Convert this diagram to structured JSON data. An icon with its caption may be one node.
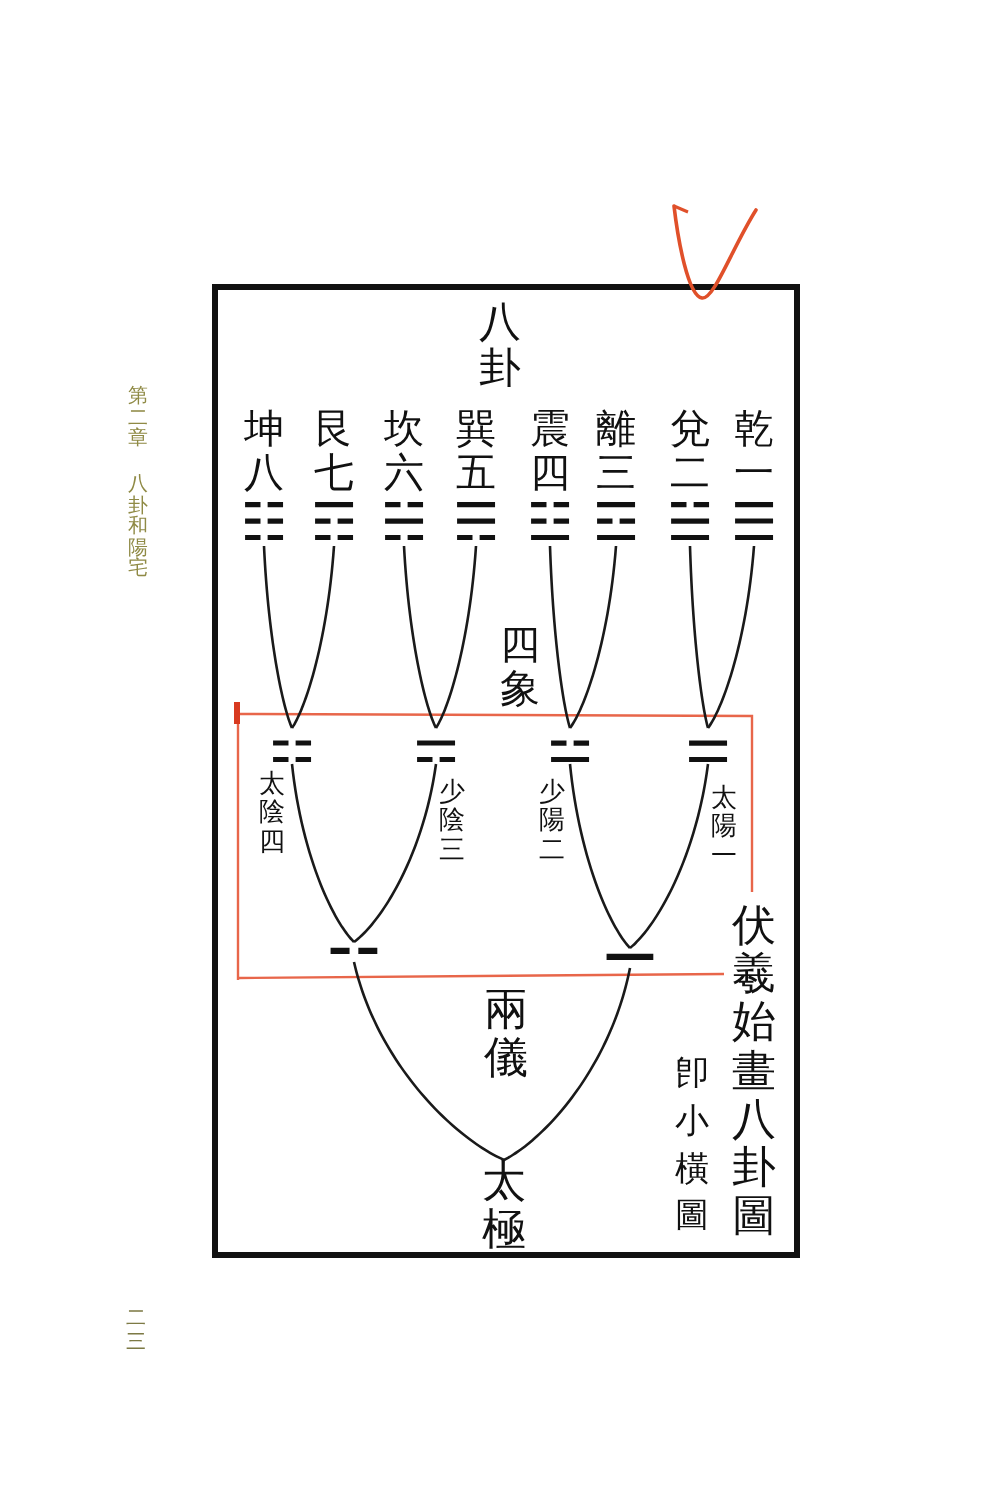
{
  "diagram": {
    "title": "伏羲始畫八卦圖",
    "nodes": [
      {
        "text": [
          "乾一",
          "☰"
        ]
      },
      {
        "text": [
          "兌二",
          "☱"
        ]
      },
      {
        "text": [
          "離三",
          "☲"
        ]
      },
      {
        "text": [
          "震四",
          "☳"
        ]
      },
      {
        "text": [
          "巽五",
          "☴"
        ]
      },
      {
        "text": [
          "坎六",
          "☵"
        ]
      },
      {
        "text": [
          "艮七",
          "☶"
        ]
      },
      {
        "text": [
          "坤八",
          "☷"
        ]
      },
      {
        "text": [
          "⚌"
        ],
        "beside": [
          "太陽一"
        ]
      },
      {
        "text": [
          "⚍"
        ],
        "beside": [
          "少陽二"
        ]
      },
      {
        "text": [
          "⚎"
        ],
        "beside": [
          "少陰三"
        ]
      },
      {
        "text": [
          "⚏"
        ],
        "beside": [
          "太陰四"
        ]
      },
      {
        "text": [
          "⚊"
        ]
      },
      {
        "text": [
          "⚋"
        ]
      },
      {
        "text": [
          "太極"
        ]
      }
    ],
    "edges": [
      {
        "from": 14,
        "to": 12,
        "arrow": "none"
      },
      {
        "from": 14,
        "to": 13,
        "arrow": "none"
      },
      {
        "from": 12,
        "to": 8,
        "arrow": "none"
      },
      {
        "from": 12,
        "to": 9,
        "arrow": "none"
      },
      {
        "from": 13,
        "to": 10,
        "arrow": "none"
      },
      {
        "from": 13,
        "to": 11,
        "arrow": "none"
      },
      {
        "from": 8,
        "to": 0,
        "arrow": "none"
      },
      {
        "from": 8,
        "to": 1,
        "arrow": "none"
      },
      {
        "from": 9,
        "to": 2,
        "arrow": "none"
      },
      {
        "from": 9,
        "to": 3,
        "arrow": "none"
      },
      {
        "from": 10,
        "to": 4,
        "arrow": "none"
      },
      {
        "from": 10,
        "to": 5,
        "arrow": "none"
      },
      {
        "from": 11,
        "to": 6,
        "arrow": "none"
      },
      {
        "from": 11,
        "to": 7,
        "arrow": "none"
      }
    ],
    "labels": [
      "八卦",
      "四象",
      "兩儀",
      "卽小橫圖",
      "第二章",
      "八卦和陽宅",
      "二三"
    ]
  }
}
